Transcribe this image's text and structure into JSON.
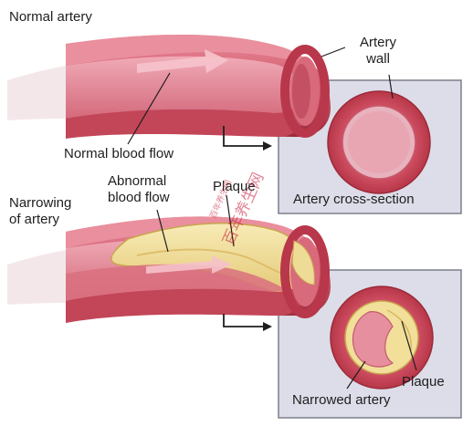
{
  "labels": {
    "normal_artery": "Normal artery",
    "artery_wall": "Artery wall",
    "normal_blood_flow": "Normal blood flow",
    "narrowing_of_artery": "Narrowing of artery",
    "abnormal_blood_flow": "Abnormal blood flow",
    "plaque_top": "Plaque",
    "artery_cross_section": "Artery cross-section",
    "plaque_cross": "Plaque",
    "narrowed_artery": "Narrowed artery"
  },
  "watermarks": {
    "large": "百年养生网",
    "small": "百年养生网"
  },
  "colors": {
    "panel_fill": "#dcdde8",
    "panel_border": "#7d7e8a",
    "artery_outer": "#c8465a",
    "artery_light": "#e8899a",
    "artery_dark": "#8e2232",
    "lumen": "#e58f9f",
    "plaque": "#f1df9a",
    "plaque_edge": "#c9a54e",
    "label_text": "#1e1e1e",
    "leader_line": "#1e1e1e",
    "watermark": "#c81e3c"
  }
}
